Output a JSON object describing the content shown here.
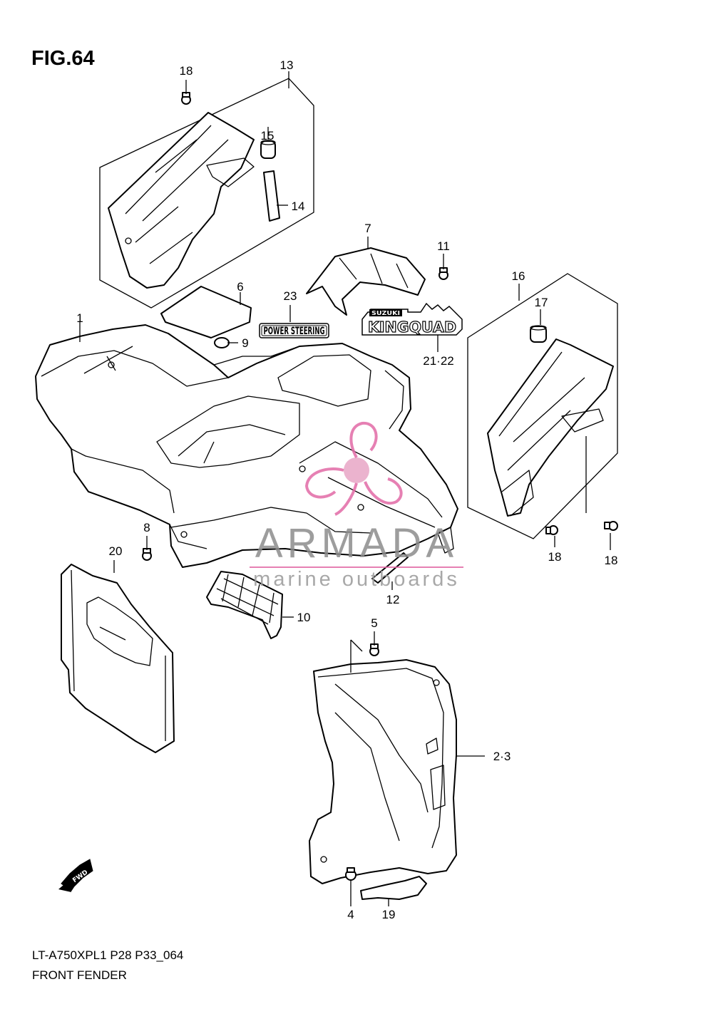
{
  "figure": {
    "title": "FIG.64"
  },
  "footer": {
    "model_code": "LT-A750XPL1 P28 P33_064",
    "section_name": "FRONT FENDER"
  },
  "watermark": {
    "brand": "ARMADA",
    "tagline": "marine outboards",
    "accent_color": "#e26aa6",
    "text_color": "#8c8c8c"
  },
  "decals": {
    "power_steering": "POWER STEERING",
    "brand_small": "SUZUKI",
    "kingquad": "KINGQUAD",
    "fwd": "FWD"
  },
  "callouts": [
    {
      "id": "c1",
      "label": "1"
    },
    {
      "id": "c2-3",
      "label": "2·3"
    },
    {
      "id": "c4",
      "label": "4"
    },
    {
      "id": "c5",
      "label": "5"
    },
    {
      "id": "c6",
      "label": "6"
    },
    {
      "id": "c7",
      "label": "7"
    },
    {
      "id": "c8",
      "label": "8"
    },
    {
      "id": "c9",
      "label": "9"
    },
    {
      "id": "c10",
      "label": "10"
    },
    {
      "id": "c11",
      "label": "11"
    },
    {
      "id": "c12",
      "label": "12"
    },
    {
      "id": "c13",
      "label": "13"
    },
    {
      "id": "c14",
      "label": "14"
    },
    {
      "id": "c15",
      "label": "15"
    },
    {
      "id": "c16",
      "label": "16"
    },
    {
      "id": "c17",
      "label": "17"
    },
    {
      "id": "c18a",
      "label": "18"
    },
    {
      "id": "c18b",
      "label": "18"
    },
    {
      "id": "c18c",
      "label": "18"
    },
    {
      "id": "c19",
      "label": "19"
    },
    {
      "id": "c20",
      "label": "20"
    },
    {
      "id": "c21-22",
      "label": "21·22"
    },
    {
      "id": "c23",
      "label": "23"
    }
  ]
}
